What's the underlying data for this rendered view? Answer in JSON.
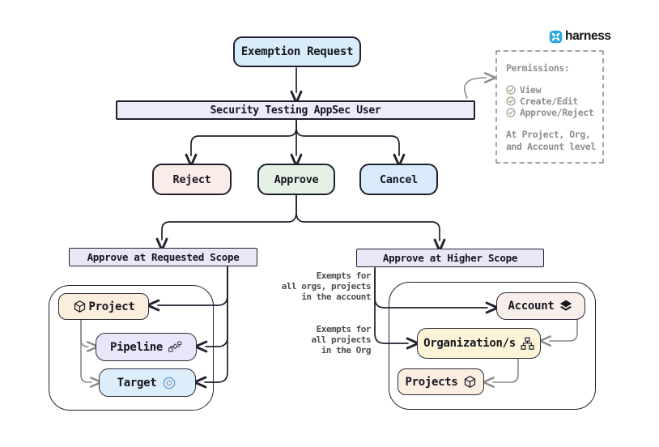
{
  "brand": {
    "name": "harness"
  },
  "flow": {
    "exemption_request": "Exemption Request",
    "appsec_user": "Security Testing AppSec User",
    "reject": "Reject",
    "approve": "Approve",
    "cancel": "Cancel",
    "scope_requested": "Approve at Requested Scope",
    "scope_higher": "Approve at Higher Scope"
  },
  "requested_scope_group": {
    "project": "Project",
    "pipeline": "Pipeline",
    "target": "Target"
  },
  "higher_scope_group": {
    "account": "Account",
    "organizations": "Organization/s",
    "projects": "Projects"
  },
  "annotations": {
    "account_note": "Exempts for\nall orgs, projects\nin the account",
    "org_note": "Exempts for\nall projects\nin the Org"
  },
  "permissions_panel": {
    "title": "Permissions:",
    "items": [
      "View",
      "Create/Edit",
      "Approve/Reject"
    ],
    "footer": "At Project, Org,\nand Account level"
  },
  "icons": {
    "project": "cube-icon",
    "projects": "cube-icon",
    "pipeline": "pipeline-dag-icon",
    "target": "target-circles-icon",
    "account": "layers-icon",
    "organizations": "org-chart-icon",
    "permission_item": "check-circle-icon",
    "brand": "harness-logo-icon"
  },
  "colors": {
    "line_dark": "#20202e",
    "line_gray": "#8a8a8a",
    "brand_blue": "#2aa7e4",
    "target_ring_blue": "#5b9bd5",
    "node_blue": "#d8ecfa",
    "node_lavender": "#ecebfa",
    "node_red": "#fcece9",
    "node_green": "#e4f1e4",
    "node_cream": "#faeedd",
    "node_yellow": "#fbf4d7",
    "node_peach": "#fcefe2"
  }
}
